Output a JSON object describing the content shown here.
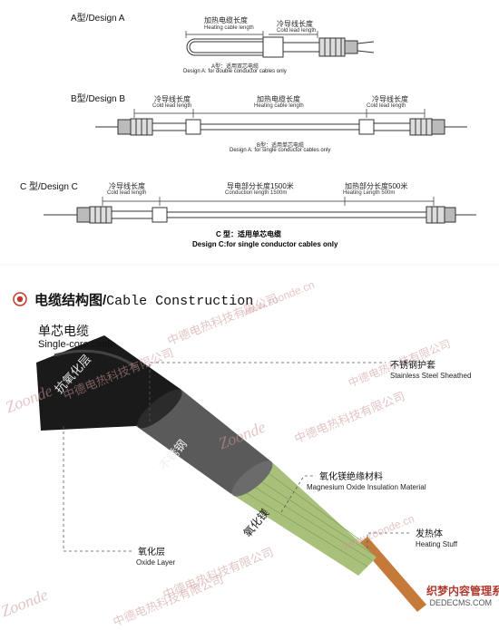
{
  "designs": {
    "a": {
      "title": "A型/Design A",
      "heating_cn": "加热电缆长度",
      "heating_en": "Heating cable length",
      "cold_cn": "冷导线长度",
      "cold_en": "Cold lead length",
      "caption_cn": "A型：适用双芯电缆",
      "caption_en": "Design A: for double conductor cables only"
    },
    "b": {
      "title": "B型/Design B",
      "cold_left_cn": "冷导线长度",
      "cold_left_en": "Cold lead length",
      "heating_cn": "加热电缆长度",
      "heating_en": "Heating cable length",
      "cold_right_cn": "冷导线长度",
      "cold_right_en": "Cold lead length",
      "caption_cn": "B型：适用单芯电缆",
      "caption_en": "Design A: for single conductor cables only"
    },
    "c": {
      "title": "C 型/Design C",
      "cold_cn": "冷导线长度",
      "cold_en": "Cold lead length",
      "conduction_cn": "导电部分长度1500米",
      "conduction_en": "Conduction length 1500m",
      "heating_cn": "加热部分长度500米",
      "heating_en": "Heating Length 500m",
      "caption_cn": "C 型：适用单芯电缆",
      "caption_en": "Design C:for single conductor cables only"
    }
  },
  "construction": {
    "title_cn": "电缆结构图/",
    "title_en": "Cable Construction",
    "bullet_icon": "target-bullet-icon",
    "single_core_cn": "单芯电缆",
    "single_core_en": "Single-core cable",
    "cable_layer_oxide": "抗氧化层",
    "cable_layer_steel": "不锈钢",
    "cable_layer_mgo": "氧化镁",
    "callouts": {
      "steel_cn": "不锈钢护套",
      "steel_en": "Stainless Steel Sheathed",
      "mgo_cn": "氧化镁绝缘材料",
      "mgo_en": "Magnesium Oxide Insulation Material",
      "heat_cn": "发热体",
      "heat_en": "Heating Stuff",
      "oxide_cn": "氧化层",
      "oxide_en": "Oxide Layer"
    },
    "watermarks": {
      "brand": "Zoonde",
      "company_cn": "中德电热科技有限公司",
      "url": "www.zoonde.cn",
      "corner_cn": "织梦内容管理系统",
      "corner_en": "DEDECMS.COM"
    }
  },
  "colors": {
    "cable_black": "#1a1a1a",
    "steel_gray": "#5a5a5a",
    "mgo_green": "#a9c07a",
    "copper": "#c67a3a",
    "accent_red": "#c0392b"
  }
}
